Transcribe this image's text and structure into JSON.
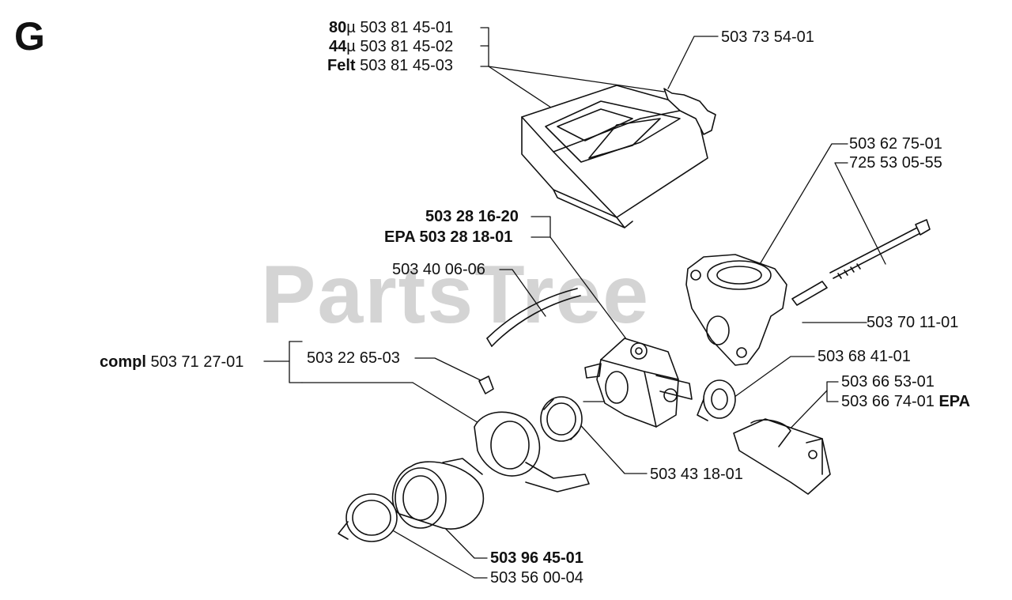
{
  "section_letter": "G",
  "watermark": "PartsTree",
  "callouts": {
    "filter_80": {
      "prefix": "80",
      "unit": "µ",
      "part": " 503 81 45-01"
    },
    "filter_44": {
      "prefix": "44",
      "unit": "µ",
      "part": " 503 81 45-02"
    },
    "filter_felt": {
      "prefix": "Felt",
      "part": " 503 81 45-03"
    },
    "cover_plate": "503 73 54-01",
    "intake_part": "503 62 75-01",
    "intake_screw": "725 53 05-55",
    "carburetor": "503 28 16-20",
    "carburetor_epa": "EPA 503 28 18-01",
    "fuel_hose": "503 40 06-06",
    "pin": "503 70 11-01",
    "compl": {
      "prefix": "compl",
      "part": " 503 71 27-01"
    },
    "bracket": "503 22 65-03",
    "plug": "503 68 41-01",
    "choke_1": "503 66 53-01",
    "choke_2": {
      "part": "503 66 74-01 ",
      "suffix": "EPA"
    },
    "ring": "503 43 18-01",
    "intake_boot": "503 96 45-01",
    "clamp": "503 56 00-04"
  }
}
